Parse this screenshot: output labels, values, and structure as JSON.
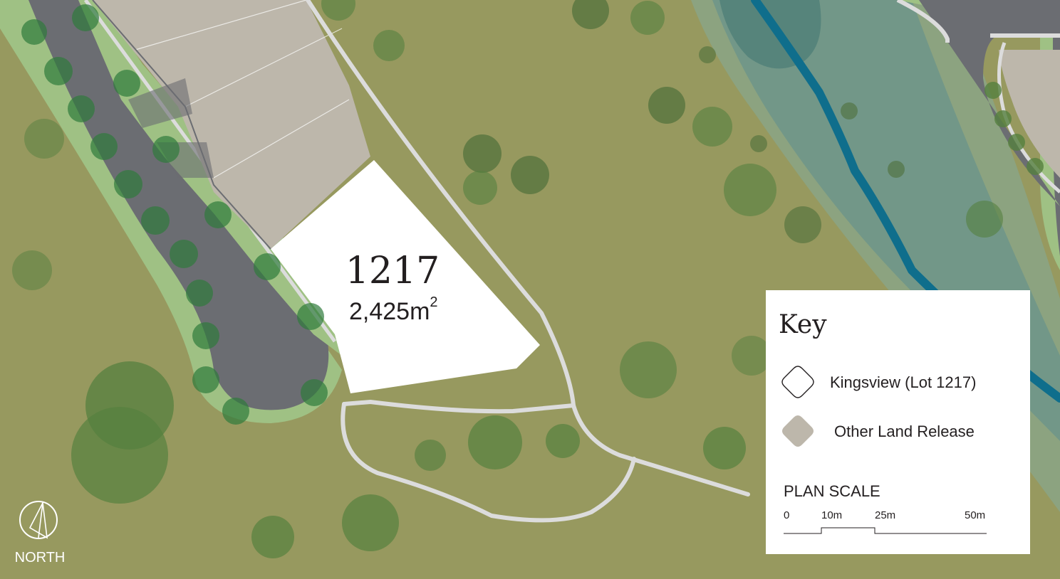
{
  "lot": {
    "number": "1217",
    "area": "2,425m",
    "area_unit_superscript": "2"
  },
  "north": {
    "label": "NORTH",
    "icon": "north-arrow-icon"
  },
  "key": {
    "title": "Key",
    "items": [
      {
        "label": "Kingsview (Lot 1217)",
        "icon": "diamond-outline-icon",
        "color": "#ffffff"
      },
      {
        "label": "Other Land Release",
        "icon": "diamond-filled-icon",
        "color": "#bdb7ab"
      }
    ]
  },
  "plan_scale": {
    "title": "PLAN SCALE",
    "ticks": [
      "0",
      "10m",
      "25m",
      "50m"
    ]
  },
  "colors": {
    "grass": "#97995f",
    "road": "#6b6d72",
    "verge": "#9fc184",
    "land_release": "#bdb7ab",
    "lot": "#ffffff",
    "path": "#dcdcdc",
    "river": "#0f6e8c",
    "river_bank": "#7a9e8c",
    "tree": "#55803f"
  }
}
